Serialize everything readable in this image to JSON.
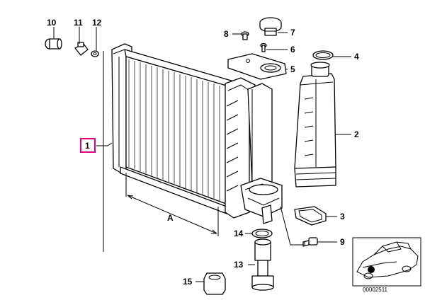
{
  "diagram": {
    "highlight_color": "#e0007a",
    "highlighted_label": "1",
    "dimension_label": "A",
    "callouts": [
      "1",
      "2",
      "3",
      "4",
      "5",
      "6",
      "7",
      "8",
      "9",
      "10",
      "11",
      "12",
      "13",
      "14",
      "15"
    ],
    "inset_code": "00002511"
  }
}
